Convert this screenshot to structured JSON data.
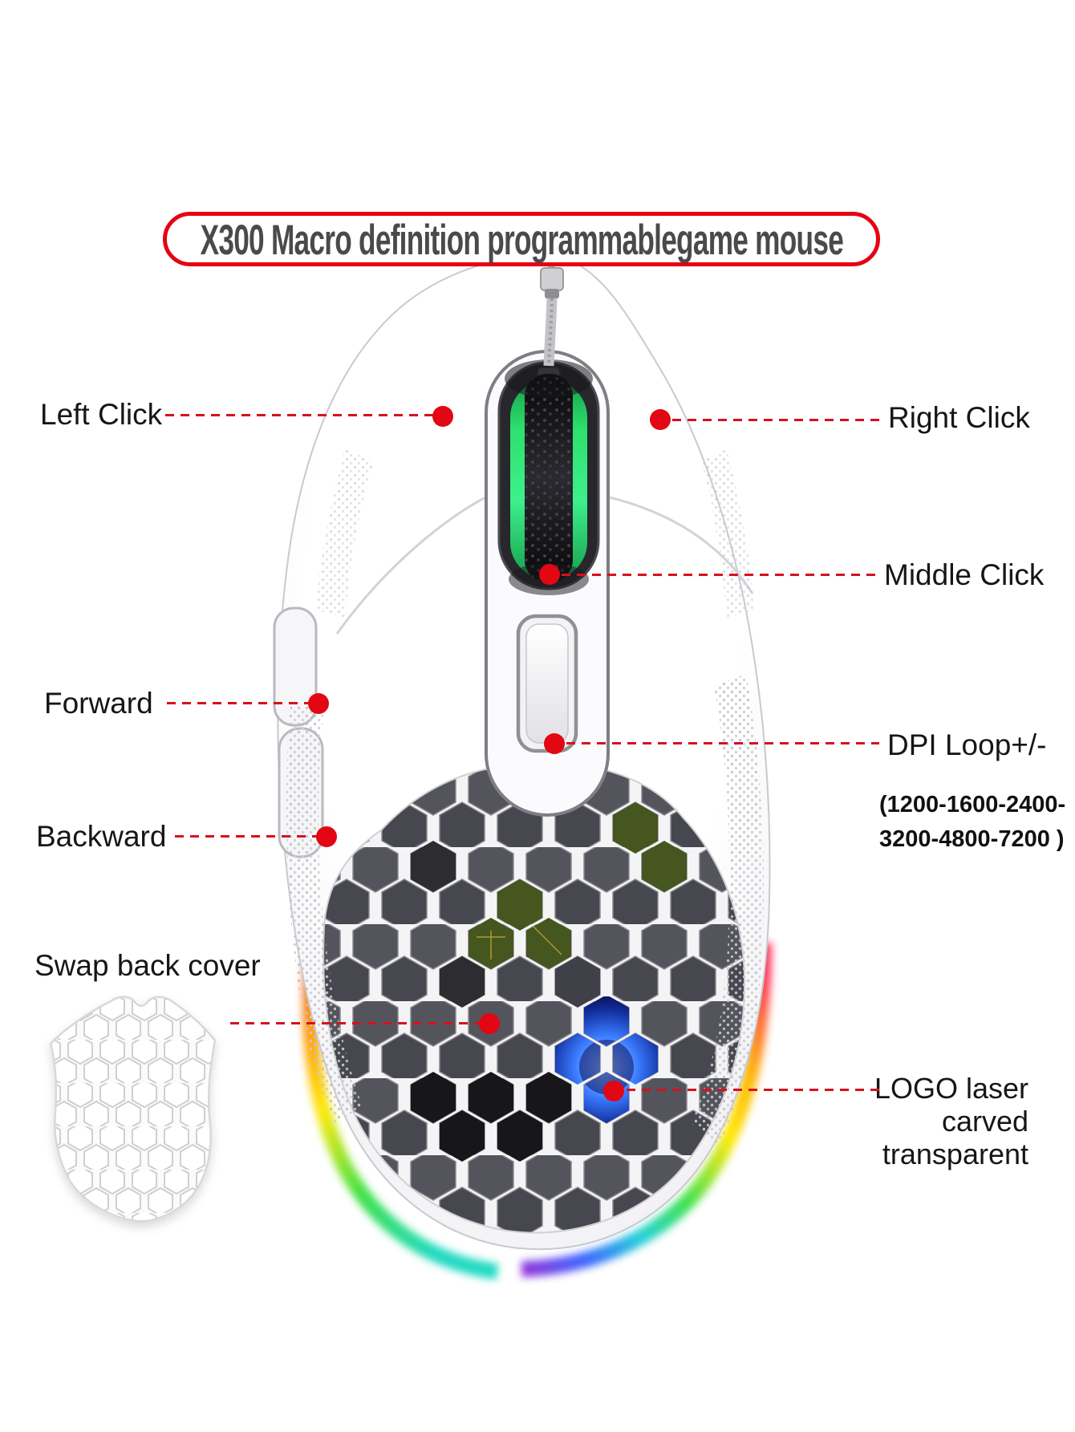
{
  "title": "X300  Macro definition programmablegame mouse",
  "labels": {
    "left_click": "Left Click",
    "right_click": "Right Click",
    "middle_click": "Middle Click",
    "forward": "Forward",
    "dpi": "DPI Loop+/-",
    "dpi_range_line1": "(1200-1600-2400-",
    "dpi_range_line2": "3200-4800-7200 )",
    "backward": "Backward",
    "swap_cover": "Swap back cover",
    "logo_line1": "LOGO laser",
    "logo_line2": "carved transparent"
  },
  "colors": {
    "accent_red": "#e30613",
    "bubble_border_red": "#e60012",
    "title_text": "#4a4a4d",
    "label_text": "#161616",
    "wheel_green": "#2ee06e",
    "logo_blue": "#3a7bff",
    "pcb_green": "#45561e",
    "mouse_shell": "#f7f7f9",
    "hex_hole_gray": "#54545c"
  }
}
